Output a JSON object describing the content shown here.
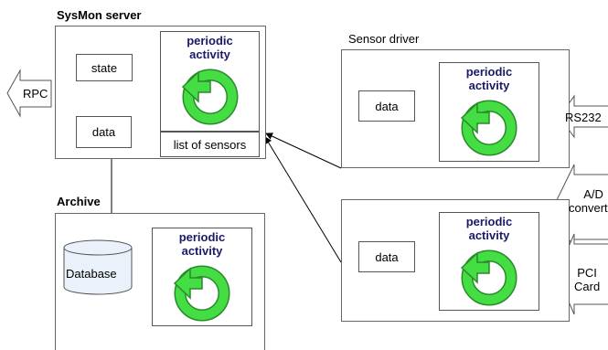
{
  "server": {
    "title": "SysMon server",
    "state": "state",
    "data": "data",
    "periodic": [
      "periodic",
      "activity"
    ],
    "sensors": "list of sensors"
  },
  "rpc": "RPC",
  "archive": {
    "title": "Archive",
    "database": "Database",
    "periodic": [
      "periodic",
      "activity"
    ]
  },
  "driver": {
    "title": "Sensor driver",
    "ellipsis": ".....",
    "data": "data",
    "periodic": [
      "periodic",
      "activity"
    ]
  },
  "inputs": {
    "rs232": "RS232",
    "ad": [
      "A/D",
      "converter"
    ],
    "pci": [
      "PCI",
      "Card"
    ]
  },
  "colors": {
    "cycle": "#44dd44",
    "cycle_stroke": "#2a8a2a",
    "box": "#666666"
  }
}
